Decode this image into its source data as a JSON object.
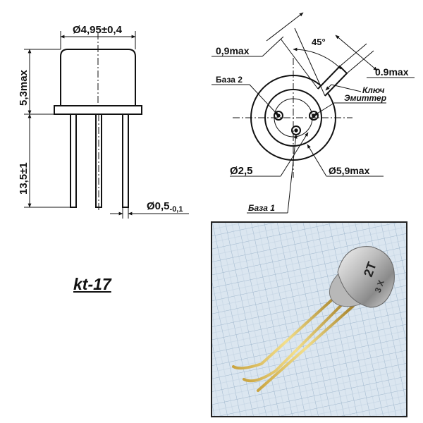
{
  "package_name": "kt-17",
  "side_view": {
    "diameter_label": "Ø4,95±0,4",
    "height_label": "5,3max",
    "lead_length_label": "13,5±1",
    "lead_diameter_label": "Ø0,5",
    "lead_diameter_tolerance": "-0,1"
  },
  "top_view": {
    "tab_width_left": "0,9max",
    "tab_width_right": "0.9max",
    "tab_angle": "45°",
    "label_base2": "База 2",
    "label_key": "Ключ",
    "label_emitter": "Эмиттер",
    "label_pitch": "Ø2,5",
    "label_flange": "Ø5,9max",
    "label_base1": "База 1"
  },
  "photo": {
    "marking_line1": "2T",
    "marking_line2": "3 X"
  }
}
